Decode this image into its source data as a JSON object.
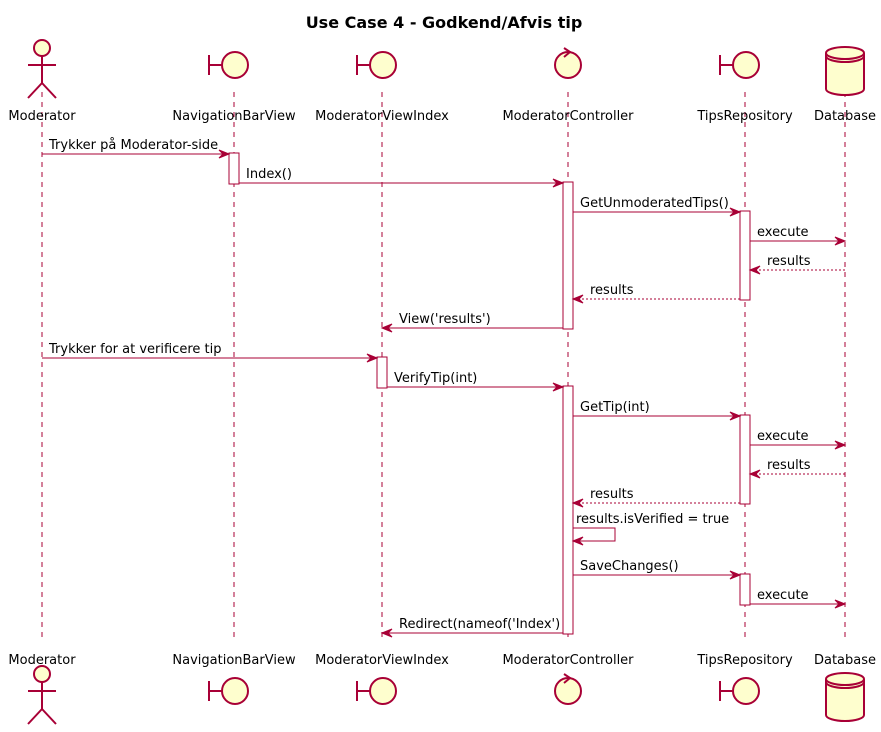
{
  "title": "Use Case 4 - Godkend/Afvis tip",
  "colors": {
    "line": "#A80036",
    "fill": "#FEFECE",
    "activation": "#FFFFFF"
  },
  "participants": [
    {
      "id": "moderator",
      "name": "Moderator",
      "kind": "actor"
    },
    {
      "id": "navbar",
      "name": "NavigationBarView",
      "kind": "boundary"
    },
    {
      "id": "modview",
      "name": "ModeratorViewIndex",
      "kind": "boundary"
    },
    {
      "id": "modctrl",
      "name": "ModeratorController",
      "kind": "control"
    },
    {
      "id": "tipsrepo",
      "name": "TipsRepository",
      "kind": "boundary"
    },
    {
      "id": "db",
      "name": "Database",
      "kind": "database"
    }
  ],
  "activations": [
    {
      "on": "navbar",
      "from": 0,
      "to": 1
    },
    {
      "on": "modctrl",
      "from": 1,
      "to": 6
    },
    {
      "on": "tipsrepo",
      "from": 2,
      "to": 5
    },
    {
      "on": "modview",
      "from": 7,
      "to": 8
    },
    {
      "on": "modctrl",
      "from": 8,
      "to": 16
    },
    {
      "on": "tipsrepo",
      "from": 9,
      "to": 12
    },
    {
      "on": "tipsrepo",
      "from": 14,
      "to": 15
    }
  ],
  "messages": [
    {
      "from": "moderator",
      "to": "navbar",
      "label": "Trykker på Moderator-side",
      "style": "solid"
    },
    {
      "from": "navbar",
      "to": "modctrl",
      "label": "Index()",
      "style": "solid"
    },
    {
      "from": "modctrl",
      "to": "tipsrepo",
      "label": "GetUnmoderatedTips()",
      "style": "solid"
    },
    {
      "from": "tipsrepo",
      "to": "db",
      "label": "execute",
      "style": "solid"
    },
    {
      "from": "db",
      "to": "tipsrepo",
      "label": "results",
      "style": "dashed"
    },
    {
      "from": "tipsrepo",
      "to": "modctrl",
      "label": "results",
      "style": "dashed"
    },
    {
      "from": "modctrl",
      "to": "modview",
      "label": "View('results')",
      "style": "solid"
    },
    {
      "from": "moderator",
      "to": "modview",
      "label": "Trykker for at verificere tip",
      "style": "solid"
    },
    {
      "from": "modview",
      "to": "modctrl",
      "label": "VerifyTip(int)",
      "style": "solid"
    },
    {
      "from": "modctrl",
      "to": "tipsrepo",
      "label": "GetTip(int)",
      "style": "solid"
    },
    {
      "from": "tipsrepo",
      "to": "db",
      "label": "execute",
      "style": "solid"
    },
    {
      "from": "db",
      "to": "tipsrepo",
      "label": "results",
      "style": "dashed"
    },
    {
      "from": "tipsrepo",
      "to": "modctrl",
      "label": "results",
      "style": "dashed"
    },
    {
      "from": "modctrl",
      "to": "modctrl",
      "label": "results.isVerified = true",
      "style": "self"
    },
    {
      "from": "modctrl",
      "to": "tipsrepo",
      "label": "SaveChanges()",
      "style": "solid"
    },
    {
      "from": "tipsrepo",
      "to": "db",
      "label": "execute",
      "style": "solid"
    },
    {
      "from": "modctrl",
      "to": "modview",
      "label": "Redirect(nameof('Index')",
      "style": "solid"
    }
  ]
}
